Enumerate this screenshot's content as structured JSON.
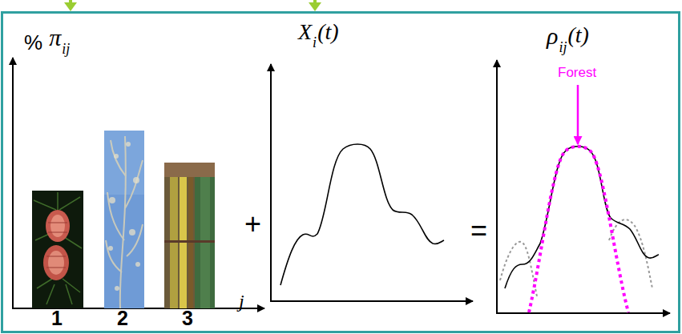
{
  "diagram": {
    "labels": [
      "%",
      "π",
      "ij",
      "j",
      "1",
      "2",
      "3",
      "+",
      "X",
      "i",
      "(t)",
      "=",
      "ρ",
      "ij",
      "(t)",
      "Forest"
    ]
  }
}
